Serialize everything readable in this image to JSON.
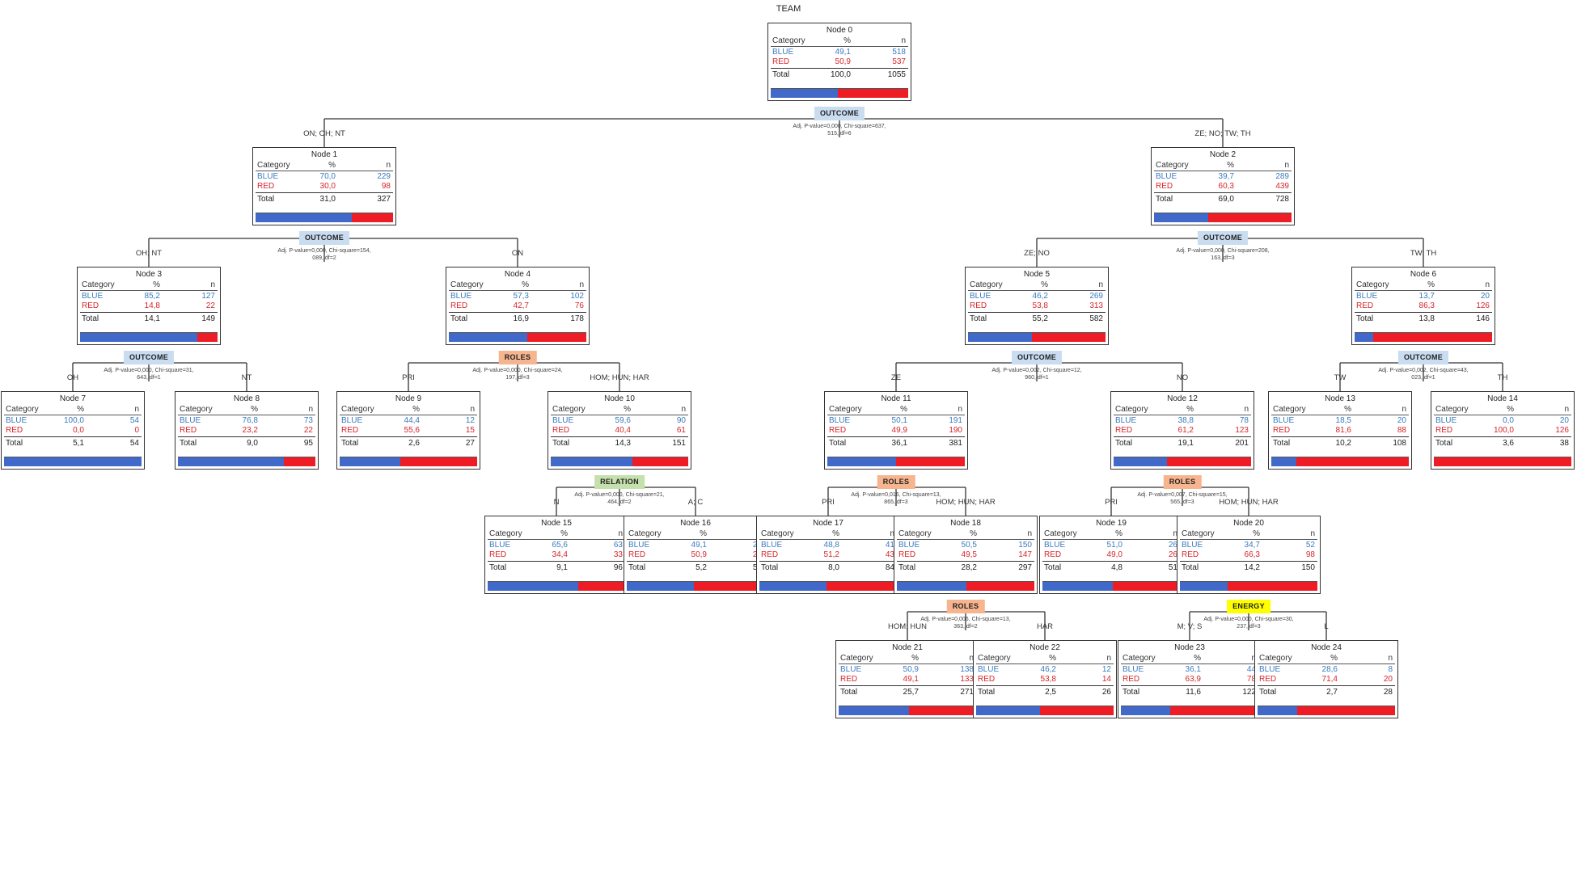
{
  "title": "TEAM",
  "headers": {
    "category": "Category",
    "percent": "%",
    "n": "n"
  },
  "colors": {
    "blue": "#3b7bbf",
    "red": "#d6262b",
    "bar_blue": "#4169c9",
    "bar_red": "#ee1c25",
    "outcome_badge": "#c9dcf0",
    "roles_badge": "#f6b48f",
    "relation_badge": "#c4e0ac",
    "energy_badge": "#ffff00"
  },
  "nodes": [
    {
      "id": 0,
      "label": "Node 0",
      "blue_pct": "49,1",
      "blue_n": "518",
      "red_pct": "50,9",
      "red_n": "537",
      "total_pct": "100,0",
      "total_n": "1055",
      "blue_share": 0.491
    },
    {
      "id": 1,
      "label": "Node 1",
      "blue_pct": "70,0",
      "blue_n": "229",
      "red_pct": "30,0",
      "red_n": "98",
      "total_pct": "31,0",
      "total_n": "327",
      "blue_share": 0.7
    },
    {
      "id": 2,
      "label": "Node 2",
      "blue_pct": "39,7",
      "blue_n": "289",
      "red_pct": "60,3",
      "red_n": "439",
      "total_pct": "69,0",
      "total_n": "728",
      "blue_share": 0.397
    },
    {
      "id": 3,
      "label": "Node 3",
      "blue_pct": "85,2",
      "blue_n": "127",
      "red_pct": "14,8",
      "red_n": "22",
      "total_pct": "14,1",
      "total_n": "149",
      "blue_share": 0.852
    },
    {
      "id": 4,
      "label": "Node 4",
      "blue_pct": "57,3",
      "blue_n": "102",
      "red_pct": "42,7",
      "red_n": "76",
      "total_pct": "16,9",
      "total_n": "178",
      "blue_share": 0.573
    },
    {
      "id": 5,
      "label": "Node 5",
      "blue_pct": "46,2",
      "blue_n": "269",
      "red_pct": "53,8",
      "red_n": "313",
      "total_pct": "55,2",
      "total_n": "582",
      "blue_share": 0.462
    },
    {
      "id": 6,
      "label": "Node 6",
      "blue_pct": "13,7",
      "blue_n": "20",
      "red_pct": "86,3",
      "red_n": "126",
      "total_pct": "13,8",
      "total_n": "146",
      "blue_share": 0.137
    },
    {
      "id": 7,
      "label": "Node 7",
      "blue_pct": "100,0",
      "blue_n": "54",
      "red_pct": "0,0",
      "red_n": "0",
      "total_pct": "5,1",
      "total_n": "54",
      "blue_share": 1.0
    },
    {
      "id": 8,
      "label": "Node 8",
      "blue_pct": "76,8",
      "blue_n": "73",
      "red_pct": "23,2",
      "red_n": "22",
      "total_pct": "9,0",
      "total_n": "95",
      "blue_share": 0.768
    },
    {
      "id": 9,
      "label": "Node 9",
      "blue_pct": "44,4",
      "blue_n": "12",
      "red_pct": "55,6",
      "red_n": "15",
      "total_pct": "2,6",
      "total_n": "27",
      "blue_share": 0.444
    },
    {
      "id": 10,
      "label": "Node 10",
      "blue_pct": "59,6",
      "blue_n": "90",
      "red_pct": "40,4",
      "red_n": "61",
      "total_pct": "14,3",
      "total_n": "151",
      "blue_share": 0.596
    },
    {
      "id": 11,
      "label": "Node 11",
      "blue_pct": "50,1",
      "blue_n": "191",
      "red_pct": "49,9",
      "red_n": "190",
      "total_pct": "36,1",
      "total_n": "381",
      "blue_share": 0.501
    },
    {
      "id": 12,
      "label": "Node 12",
      "blue_pct": "38,8",
      "blue_n": "78",
      "red_pct": "61,2",
      "red_n": "123",
      "total_pct": "19,1",
      "total_n": "201",
      "blue_share": 0.388
    },
    {
      "id": 13,
      "label": "Node 13",
      "blue_pct": "18,5",
      "blue_n": "20",
      "red_pct": "81,6",
      "red_n": "88",
      "total_pct": "10,2",
      "total_n": "108",
      "blue_share": 0.185
    },
    {
      "id": 14,
      "label": "Node 14",
      "blue_pct": "0,0",
      "blue_n": "20",
      "red_pct": "100,0",
      "red_n": "126",
      "total_pct": "3,6",
      "total_n": "38",
      "blue_share": 0.0
    },
    {
      "id": 15,
      "label": "Node 15",
      "blue_pct": "65,6",
      "blue_n": "63",
      "red_pct": "34,4",
      "red_n": "33",
      "total_pct": "9,1",
      "total_n": "96",
      "blue_share": 0.656
    },
    {
      "id": 16,
      "label": "Node 16",
      "blue_pct": "49,1",
      "blue_n": "27",
      "red_pct": "50,9",
      "red_n": "28",
      "total_pct": "5,2",
      "total_n": "55",
      "blue_share": 0.491
    },
    {
      "id": 17,
      "label": "Node 17",
      "blue_pct": "48,8",
      "blue_n": "41",
      "red_pct": "51,2",
      "red_n": "43",
      "total_pct": "8,0",
      "total_n": "84",
      "blue_share": 0.488
    },
    {
      "id": 18,
      "label": "Node 18",
      "blue_pct": "50,5",
      "blue_n": "150",
      "red_pct": "49,5",
      "red_n": "147",
      "total_pct": "28,2",
      "total_n": "297",
      "blue_share": 0.505
    },
    {
      "id": 19,
      "label": "Node 19",
      "blue_pct": "51,0",
      "blue_n": "26",
      "red_pct": "49,0",
      "red_n": "26",
      "total_pct": "4,8",
      "total_n": "51",
      "blue_share": 0.51
    },
    {
      "id": 20,
      "label": "Node 20",
      "blue_pct": "34,7",
      "blue_n": "52",
      "red_pct": "66,3",
      "red_n": "98",
      "total_pct": "14,2",
      "total_n": "150",
      "blue_share": 0.347
    },
    {
      "id": 21,
      "label": "Node 21",
      "blue_pct": "50,9",
      "blue_n": "138",
      "red_pct": "49,1",
      "red_n": "133",
      "total_pct": "25,7",
      "total_n": "271",
      "blue_share": 0.509
    },
    {
      "id": 22,
      "label": "Node 22",
      "blue_pct": "46,2",
      "blue_n": "12",
      "red_pct": "53,8",
      "red_n": "14",
      "total_pct": "2,5",
      "total_n": "26",
      "blue_share": 0.462
    },
    {
      "id": 23,
      "label": "Node 23",
      "blue_pct": "36,1",
      "blue_n": "44",
      "red_pct": "63,9",
      "red_n": "78",
      "total_pct": "11,6",
      "total_n": "122",
      "blue_share": 0.361
    },
    {
      "id": 24,
      "label": "Node 24",
      "blue_pct": "28,6",
      "blue_n": "8",
      "red_pct": "71,4",
      "red_n": "20",
      "total_pct": "2,7",
      "total_n": "28",
      "blue_share": 0.286
    }
  ],
  "splits": [
    {
      "parent": 0,
      "variable": "OUTCOME",
      "kind": "outcome",
      "stat_line1": "Adj. P-value=0,000, Chi-square=637,",
      "stat_line2": "515, df=6"
    },
    {
      "parent": 1,
      "variable": "OUTCOME",
      "kind": "outcome",
      "stat_line1": "Adj. P-value=0,000, Chi-square=154,",
      "stat_line2": "089, df=2"
    },
    {
      "parent": 2,
      "variable": "OUTCOME",
      "kind": "outcome",
      "stat_line1": "Adj. P-value=0,000, Chi-square=208,",
      "stat_line2": "163, df=3"
    },
    {
      "parent": 3,
      "variable": "OUTCOME",
      "kind": "outcome",
      "stat_line1": "Adj. P-value=0,000, Chi-square=31,",
      "stat_line2": "643, df=1"
    },
    {
      "parent": 4,
      "variable": "ROLES",
      "kind": "roles",
      "stat_line1": "Adj. P-value=0,000, Chi-square=24,",
      "stat_line2": "197, df=3"
    },
    {
      "parent": 5,
      "variable": "OUTCOME",
      "kind": "outcome",
      "stat_line1": "Adj. P-value=0,002, Chi-square=12,",
      "stat_line2": "960, df=1"
    },
    {
      "parent": 6,
      "variable": "OUTCOME",
      "kind": "outcome",
      "stat_line1": "Adj. P-value=0,002, Chi-square=43,",
      "stat_line2": "023, df=1"
    },
    {
      "parent": 10,
      "variable": "RELATION",
      "kind": "relation",
      "stat_line1": "Adj. P-value=0,000, Chi-square=21,",
      "stat_line2": "464, df=2"
    },
    {
      "parent": 11,
      "variable": "ROLES",
      "kind": "roles",
      "stat_line1": "Adj. P-value=0,016, Chi-square=13,",
      "stat_line2": "865, df=3"
    },
    {
      "parent": 12,
      "variable": "ROLES",
      "kind": "roles",
      "stat_line1": "Adj. P-value=0,007, Chi-square=15,",
      "stat_line2": "565, df=3"
    },
    {
      "parent": 18,
      "variable": "ROLES",
      "kind": "roles",
      "stat_line1": "Adj. P-value=0,006, Chi-square=13,",
      "stat_line2": "363, df=2"
    },
    {
      "parent": 20,
      "variable": "ENERGY",
      "kind": "energy",
      "stat_line1": "Adj. P-value=0,000, Chi-square=30,",
      "stat_line2": "237, df=3"
    }
  ],
  "edges": [
    {
      "parent": 0,
      "child": 1,
      "label": "ON; OH; NT"
    },
    {
      "parent": 0,
      "child": 2,
      "label": "ZE; NO; TW; TH"
    },
    {
      "parent": 1,
      "child": 3,
      "label": "OH; NT"
    },
    {
      "parent": 1,
      "child": 4,
      "label": "ON"
    },
    {
      "parent": 2,
      "child": 5,
      "label": "ZE; NO"
    },
    {
      "parent": 2,
      "child": 6,
      "label": "TW; TH"
    },
    {
      "parent": 3,
      "child": 7,
      "label": "OH"
    },
    {
      "parent": 3,
      "child": 8,
      "label": "NT"
    },
    {
      "parent": 4,
      "child": 9,
      "label": "PRI"
    },
    {
      "parent": 4,
      "child": 10,
      "label": "HOM; HUN; HAR"
    },
    {
      "parent": 5,
      "child": 11,
      "label": "ZE"
    },
    {
      "parent": 5,
      "child": 12,
      "label": "NO"
    },
    {
      "parent": 6,
      "child": 13,
      "label": "TW"
    },
    {
      "parent": 6,
      "child": 14,
      "label": "TH"
    },
    {
      "parent": 10,
      "child": 15,
      "label": "N"
    },
    {
      "parent": 10,
      "child": 16,
      "label": "A; C"
    },
    {
      "parent": 11,
      "child": 17,
      "label": "PRI"
    },
    {
      "parent": 11,
      "child": 18,
      "label": "HOM; HUN; HAR"
    },
    {
      "parent": 12,
      "child": 19,
      "label": "PRI"
    },
    {
      "parent": 12,
      "child": 20,
      "label": "HOM; HUN; HAR"
    },
    {
      "parent": 18,
      "child": 21,
      "label": "HOM; HUN"
    },
    {
      "parent": 18,
      "child": 22,
      "label": "HAR"
    },
    {
      "parent": 20,
      "child": 23,
      "label": "M; V; S"
    },
    {
      "parent": 20,
      "child": 24,
      "label": "L"
    }
  ]
}
